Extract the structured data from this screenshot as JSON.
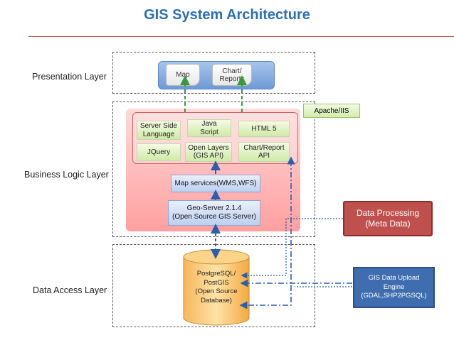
{
  "title": "GIS System Architecture",
  "layers": {
    "presentation": "Presentation Layer",
    "business": "Business Logic Layer",
    "data": "Data Access Layer"
  },
  "presentation": {
    "map": "Map",
    "chart_line1": "Chart/",
    "chart_line2": "Reports"
  },
  "apache": "Apache/IIS",
  "business": {
    "server_side_line1": "Server Side",
    "server_side_line2": "Language",
    "java_line1": "Java",
    "java_line2": "Script",
    "html5": "HTML 5",
    "jquery": "JQuery",
    "openlayers_line1": "Open Layers",
    "openlayers_line2": "(GIS API)",
    "chart_api_line1": "Chart/Report",
    "chart_api_line2": "API",
    "map_services": "Map services(WMS,WFS)",
    "geoserver_line1": "Geo-Server 2.1.4",
    "geoserver_line2": "(Open Source GIS Server)"
  },
  "database": {
    "line1": "PostgreSQL/",
    "line2": "PostGIS",
    "line3": "(Open Source",
    "line4": "Database)"
  },
  "data_processing": {
    "line1": "Data Processing",
    "line2": "(Meta Data)"
  },
  "upload_engine": {
    "line1": "GIS Data Upload",
    "line2": "Engine",
    "line3": "(GDAL,SHP2PGSQL)"
  },
  "colors": {
    "title": "#2a6fb5",
    "green_arrow": "#3a9a3a",
    "blue_arrow": "#2a5fb0",
    "data_processing": "#c0504d",
    "upload_engine": "#3e6db0"
  }
}
